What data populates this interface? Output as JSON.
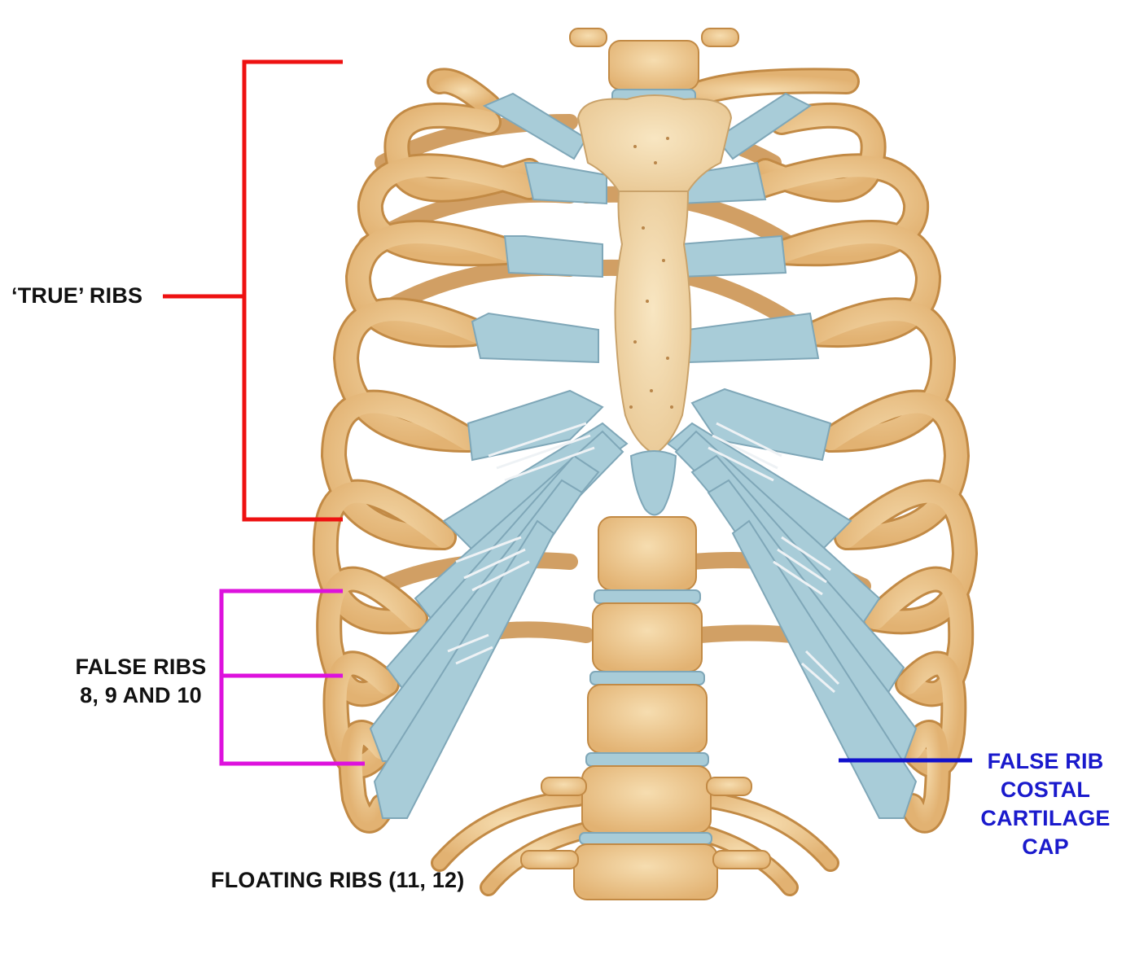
{
  "labels": {
    "true_ribs": "‘TRUE’ RIBS",
    "false_ribs_line1": "FALSE RIBS",
    "false_ribs_line2": "8, 9 AND 10",
    "floating_ribs": "FLOATING RIBS (11, 12)",
    "cartilage_cap_line1": "FALSE RIB",
    "cartilage_cap_line2": "COSTAL",
    "cartilage_cap_line3": "CARTILAGE",
    "cartilage_cap_line4": "CAP"
  },
  "colors": {
    "true_ribs_bracket": "#ee1111",
    "false_ribs_bracket": "#dd11dd",
    "cartilage_pointer": "#1111cc",
    "label_text": "#111111",
    "cartilage_label_text": "#1a1acc",
    "bone": "#eec890",
    "bone_outline": "#c9924e",
    "cartilage": "#a8ccd8",
    "cartilage_outline": "#7fa7b8",
    "ligament": "#eef2f5"
  }
}
